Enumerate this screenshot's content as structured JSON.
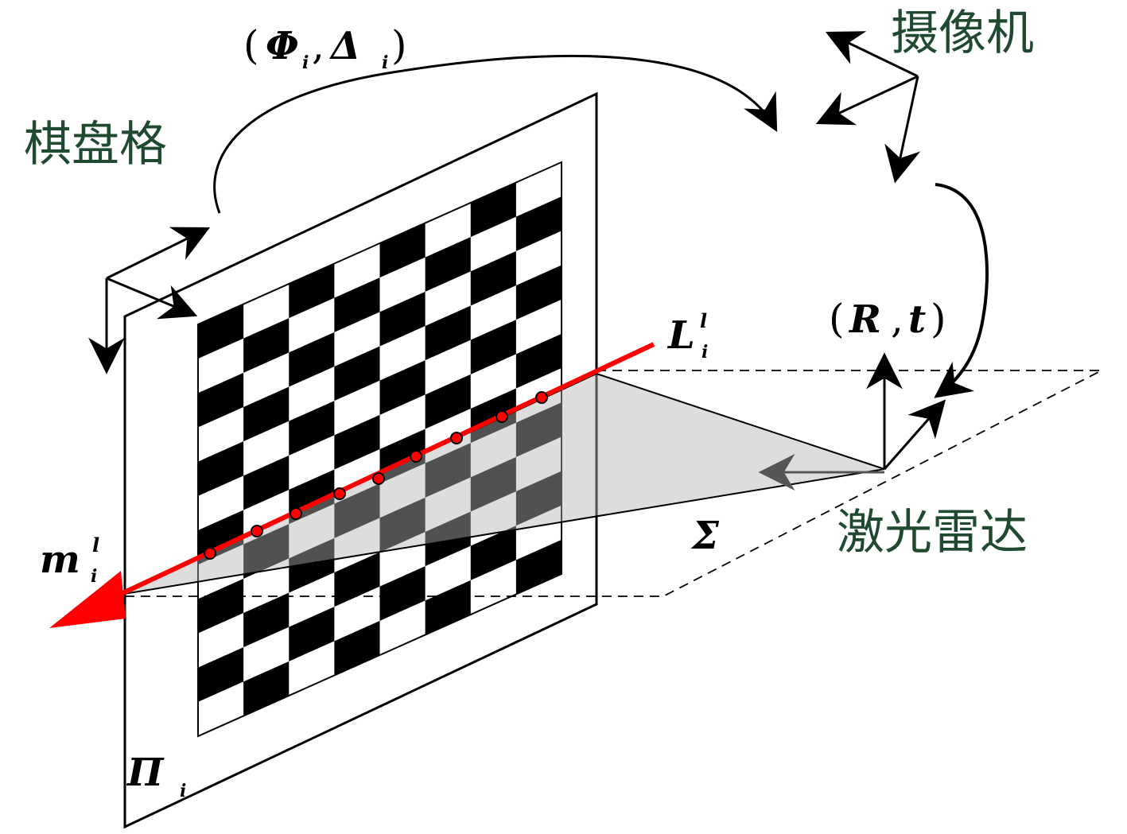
{
  "labels": {
    "chessboard": "棋盘格",
    "camera": "摄像机",
    "lidar": "激光雷达",
    "phi": "Φ",
    "delta": "Δ",
    "R": "R",
    "t": "t",
    "L": "L",
    "m": "m",
    "Sigma": "Σ",
    "Pi": "Π",
    "sub_i": "i",
    "sup_l": "l",
    "open_paren": "(",
    "close_paren": ")",
    "comma": ","
  },
  "board": {
    "rows": 12,
    "cols": 8
  },
  "colors": {
    "line_red": "#ff0000",
    "label_green": "#1f4a2f",
    "plane_gray": "#b4b4b4"
  }
}
